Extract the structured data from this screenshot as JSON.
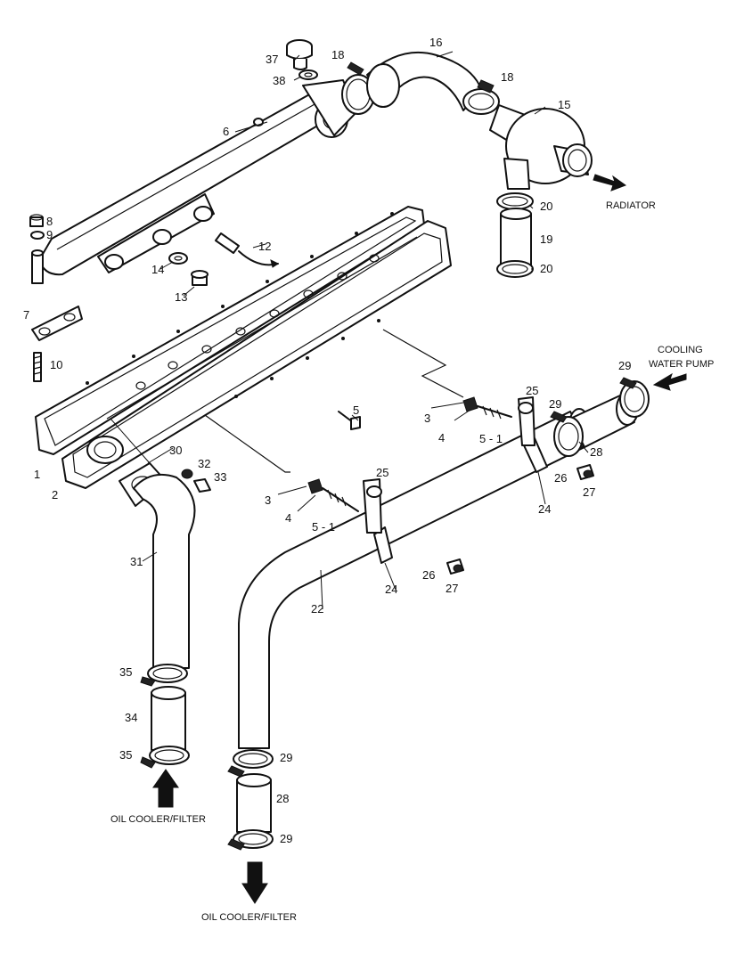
{
  "part_numbers": [
    "1",
    "2",
    "3",
    "3",
    "4",
    "4",
    "5",
    "5 - 1",
    "5 - 1",
    "6",
    "7",
    "8",
    "9",
    "10",
    "12",
    "13",
    "14",
    "15",
    "16",
    "18",
    "18",
    "19",
    "20",
    "20",
    "22",
    "24",
    "24",
    "25",
    "25",
    "26",
    "26",
    "27",
    "27",
    "28",
    "28",
    "29",
    "29",
    "29",
    "29",
    "30",
    "31",
    "32",
    "33",
    "34",
    "35",
    "35",
    "37",
    "38"
  ],
  "flow_labels": {
    "radiator": "RADIATOR",
    "cooling_line1": "COOLING",
    "cooling_line2": "WATER PUMP",
    "oil_cooler_left": "OIL COOLER/FILTER",
    "oil_cooler_bottom": "OIL COOLER/FILTER"
  }
}
